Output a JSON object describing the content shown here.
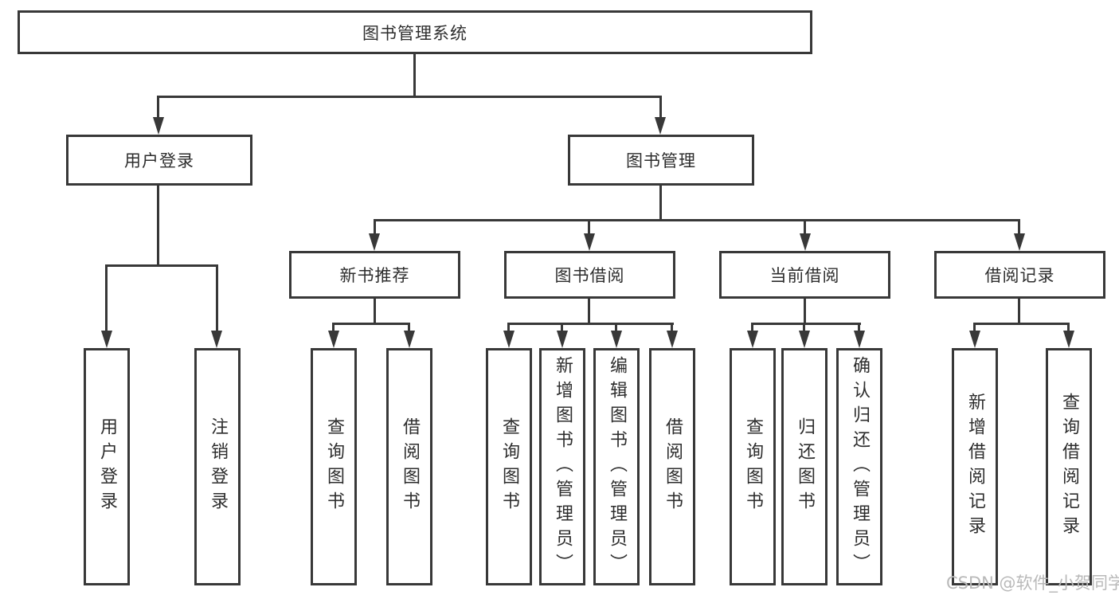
{
  "title": "图书管理系统",
  "watermark": "CSDN @软件_小贺同学",
  "colors": {
    "line": "#383838",
    "box_border": "#383838",
    "text": "#2d2d2d",
    "watermark": "#b9b9b9",
    "background": "#ffffff"
  },
  "tree": {
    "root": {
      "label": "图书管理系统"
    },
    "branches": [
      {
        "label": "用户登录",
        "children": [
          {
            "label": "用户登录"
          },
          {
            "label": "注销登录"
          }
        ]
      },
      {
        "label": "图书管理",
        "children": [
          {
            "label": "新书推荐",
            "children": [
              {
                "label": "查询图书"
              },
              {
                "label": "借阅图书"
              }
            ]
          },
          {
            "label": "图书借阅",
            "children": [
              {
                "label": "查询图书"
              },
              {
                "label": "新增图书（管理员）"
              },
              {
                "label": "编辑图书（管理员）"
              },
              {
                "label": "借阅图书"
              }
            ]
          },
          {
            "label": "当前借阅",
            "children": [
              {
                "label": "查询图书"
              },
              {
                "label": "归还图书"
              },
              {
                "label": "确认归还（管理员）"
              }
            ]
          },
          {
            "label": "借阅记录",
            "children": [
              {
                "label": "新增借阅记录"
              },
              {
                "label": "查询借阅记录"
              }
            ]
          }
        ]
      }
    ]
  }
}
